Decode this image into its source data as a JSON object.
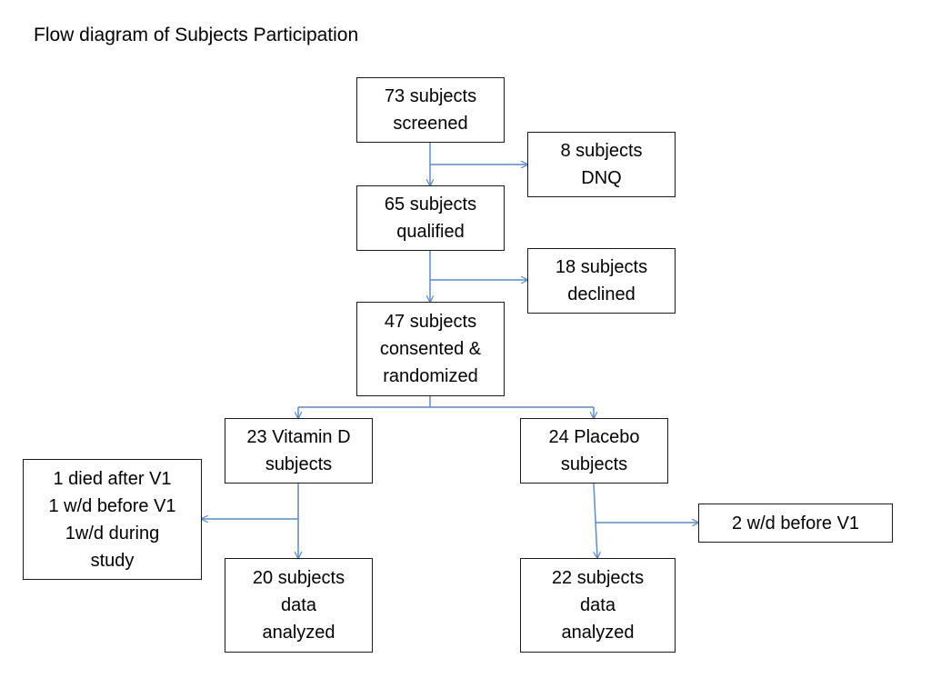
{
  "title": "Flow diagram of Subjects Participation",
  "colors": {
    "connector": "#5b8bc9",
    "box_border": "#1a1a1a",
    "background": "#ffffff"
  },
  "nodes": {
    "screened": {
      "lines": [
        "73 subjects",
        "screened"
      ]
    },
    "dnq": {
      "lines": [
        "8 subjects",
        "DNQ"
      ]
    },
    "qualified": {
      "lines": [
        "65 subjects",
        "qualified"
      ]
    },
    "declined": {
      "lines": [
        "18 subjects",
        "declined"
      ]
    },
    "randomized": {
      "lines": [
        "47 subjects",
        "consented &",
        "randomized"
      ]
    },
    "vitamin_d": {
      "lines": [
        "23 Vitamin D",
        "subjects"
      ]
    },
    "placebo": {
      "lines": [
        "24 Placebo",
        "subjects"
      ]
    },
    "vitamin_d_exclusions": {
      "lines": [
        "1 died after V1",
        "1 w/d before V1",
        "1w/d during",
        "study"
      ]
    },
    "placebo_exclusions": {
      "lines": [
        "2 w/d before V1"
      ]
    },
    "vitamin_d_analyzed": {
      "lines": [
        "20 subjects",
        "data",
        "analyzed"
      ]
    },
    "placebo_analyzed": {
      "lines": [
        "22 subjects",
        "data",
        "analyzed"
      ]
    }
  }
}
